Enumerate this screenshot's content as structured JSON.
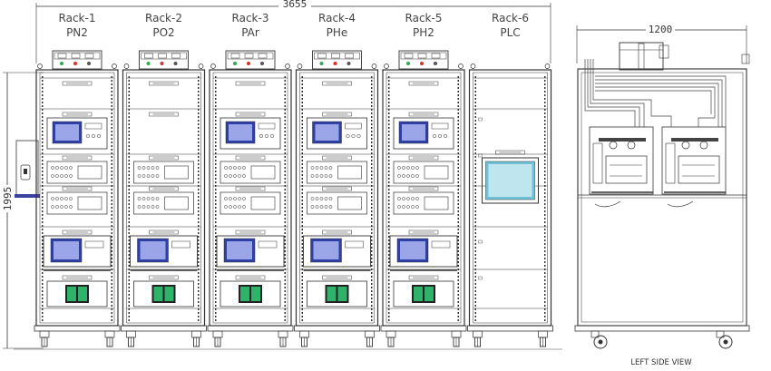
{
  "dimensions": {
    "total_width": "3655",
    "height": "1995",
    "side_width": "1200"
  },
  "racks": [
    {
      "name": "Rack-1",
      "gas": "PN2",
      "variant": "full"
    },
    {
      "name": "Rack-2",
      "gas": "PO2",
      "variant": "no-display"
    },
    {
      "name": "Rack-3",
      "gas": "PAr",
      "variant": "full"
    },
    {
      "name": "Rack-4",
      "gas": "PHe",
      "variant": "full"
    },
    {
      "name": "Rack-5",
      "gas": "PH2",
      "variant": "full"
    },
    {
      "name": "Rack-6",
      "gas": "PLC",
      "variant": "plc"
    }
  ],
  "side_view_label": "LEFT SIDE VIEW",
  "colors": {
    "line": "#333333",
    "screen_blue": "#2f3fa8",
    "screen_light": "#6fc2d8",
    "screen_green": "#2fb36a",
    "lamp_green": "#2fa84f",
    "lamp_red": "#d8312a"
  }
}
